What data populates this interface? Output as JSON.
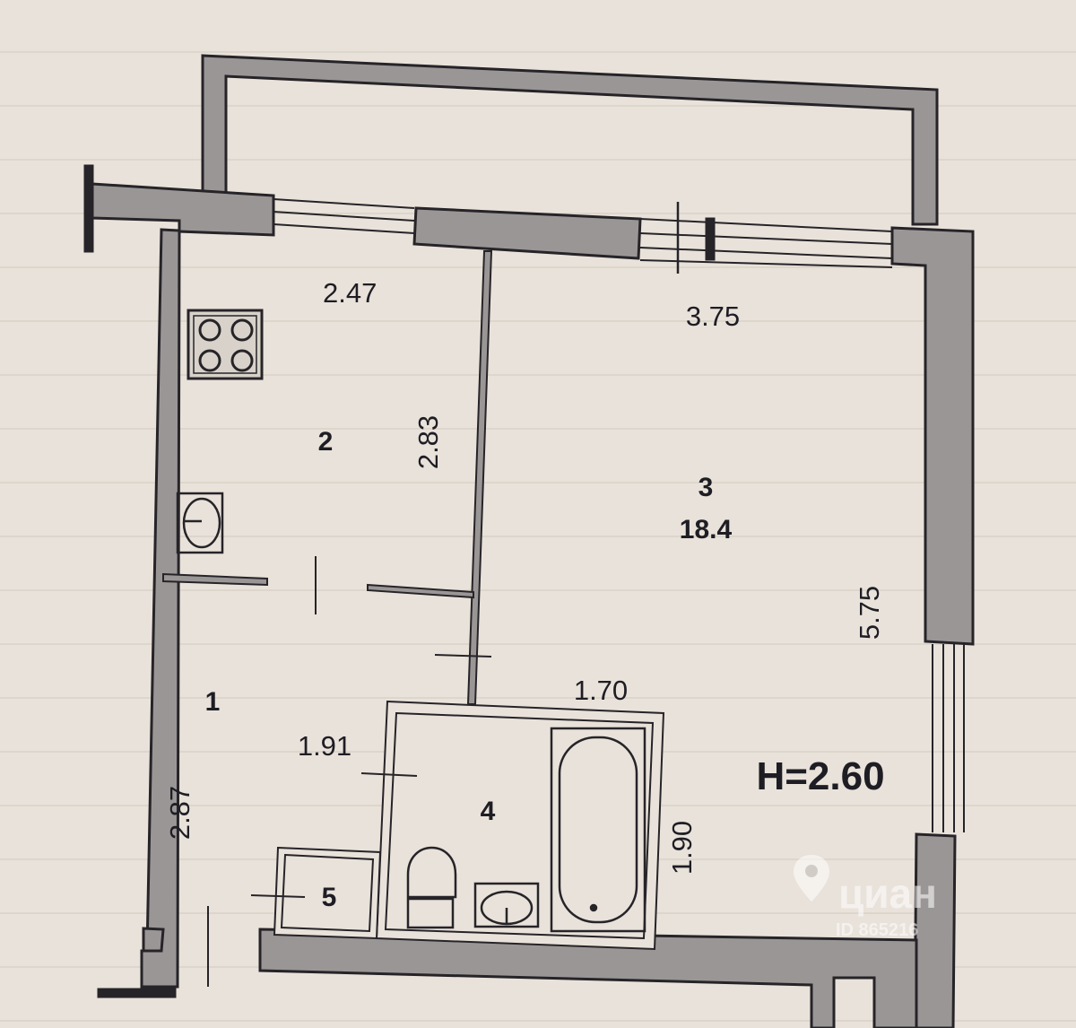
{
  "plan": {
    "ceiling_height": "H=2.60",
    "rooms": [
      {
        "id": "room-1",
        "number": "1",
        "area": "",
        "dims": [
          "1.91",
          "2.87"
        ]
      },
      {
        "id": "room-2",
        "number": "2",
        "area": "",
        "dims": [
          "2.47",
          "2.83"
        ]
      },
      {
        "id": "room-3",
        "number": "3",
        "area": "18.4",
        "dims": [
          "3.75",
          "5.75"
        ]
      },
      {
        "id": "room-4",
        "number": "4",
        "area": "",
        "dims": [
          "1.70",
          "1.90"
        ]
      },
      {
        "id": "room-5",
        "number": "5",
        "area": "",
        "dims": []
      }
    ],
    "fixtures": [
      "stove-icon",
      "kitchen-sink-icon",
      "bathtub-icon",
      "toilet-icon",
      "washbasin-icon"
    ]
  },
  "watermark": {
    "brand": "циан",
    "listing_id": "ID 865216"
  },
  "colors": {
    "paper": "#e9e2da",
    "wall_fill": "#9b9696",
    "ink": "#1e1d24"
  }
}
